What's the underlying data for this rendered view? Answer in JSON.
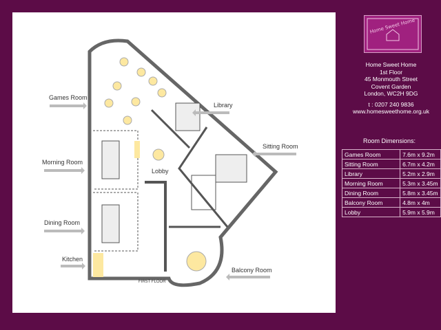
{
  "plan": {
    "labels": {
      "games": "Games Room",
      "library": "Library",
      "sitting": "Sitting Room",
      "morning": "Morning Room",
      "lobby": "Lobby",
      "dining": "Dining Room",
      "kitchen": "Kitchen",
      "balcony": "Balcony Room",
      "floor": "FIRST FLOOR"
    }
  },
  "logo": {
    "text": "Home Sweet Home"
  },
  "info": {
    "name": "Home Sweet Home",
    "floor": "1st Floor",
    "street": "45 Monmouth Street",
    "area": "Covent Garden",
    "city": "London, WC2H 9DG",
    "phone": "t : 0207 240 9836",
    "web": "www.homesweethome.org.uk"
  },
  "dimensions": {
    "title": "Room Dimensions:",
    "rows": [
      {
        "room": "Games Room",
        "size": "7.6m x 9.2m"
      },
      {
        "room": "Sitting Room",
        "size": "6.7m x 4.2m"
      },
      {
        "room": "Library",
        "size": "5.2m x 2.9m"
      },
      {
        "room": "Morning Room",
        "size": "5.3m x 3.45m"
      },
      {
        "room": "Dining Room",
        "size": "5.8m x 3.45m"
      },
      {
        "room": "Balcony Room",
        "size": "4.8m x 4m"
      },
      {
        "room": "Lobby",
        "size": "5.9m x 5.9m"
      }
    ]
  },
  "colors": {
    "background": "#5c0c47",
    "accent": "#a0217f"
  }
}
